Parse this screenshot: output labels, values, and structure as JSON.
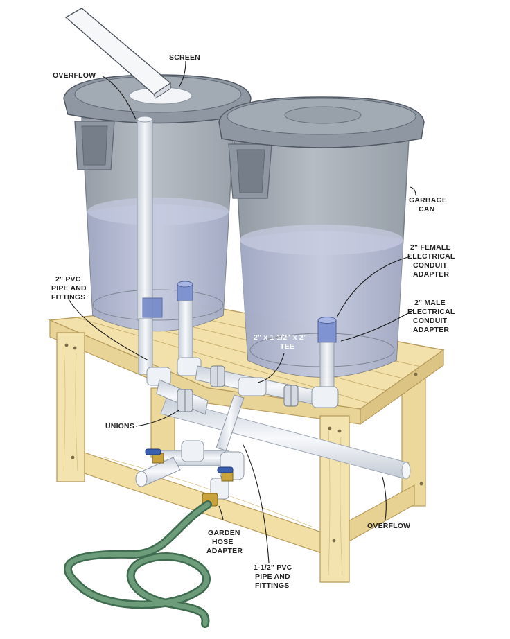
{
  "diagram": {
    "labels": {
      "screen": "SCREEN",
      "overflow_top": "OVERFLOW",
      "garbage_can": [
        "GARBAGE",
        "CAN"
      ],
      "female_adapter": [
        "2\" FEMALE",
        "ELECTRICAL",
        "CONDUIT",
        "ADAPTER"
      ],
      "male_adapter": [
        "2\" MALE",
        "ELECTRICAL",
        "CONDUIT",
        "ADAPTER"
      ],
      "pvc_2in": [
        "2\" PVC",
        "PIPE AND",
        "FITTINGS"
      ],
      "tee": [
        "2\" x 1-1/2\" x 2\"",
        "TEE"
      ],
      "unions": "UNIONS",
      "overflow_bottom": "OVERFLOW",
      "garden_hose": [
        "GARDEN",
        "HOSE",
        "ADAPTER"
      ],
      "pvc_1_5in": [
        "1-1/2\" PVC",
        "PIPE AND",
        "FITTINGS"
      ]
    },
    "colors": {
      "can_body": "#9aa3ad",
      "can_lid": "#8c959f",
      "water": "#b9bfd6",
      "pvc": "#e8ecf2",
      "wood": "#f1dfa6",
      "wood_edge": "#c9b173",
      "hose": "#5b8a6a",
      "valve_handle": "#3a5fb0",
      "brass": "#c8a23a"
    }
  }
}
